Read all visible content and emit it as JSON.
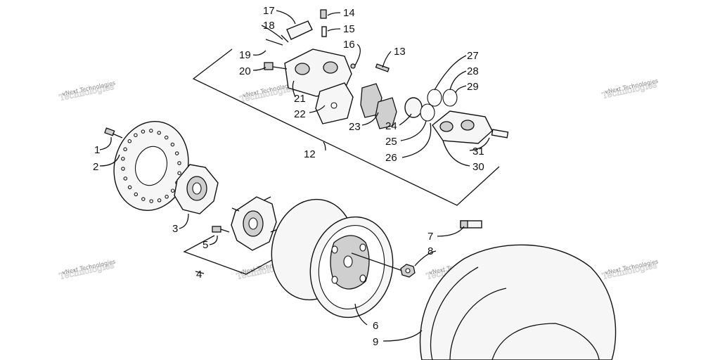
{
  "watermark": "vNext Technologies",
  "callouts": {
    "1": "1",
    "2": "2",
    "3": "3",
    "4": "4",
    "5": "5",
    "6": "6",
    "7": "7",
    "8": "8",
    "9": "9",
    "12": "12",
    "13": "13",
    "14": "14",
    "15": "15",
    "16": "16",
    "17": "17",
    "18": "18",
    "19": "19",
    "20": "20",
    "21": "21",
    "22": "22",
    "23": "23",
    "24": "24",
    "25": "25",
    "26": "26",
    "27": "27",
    "28": "28",
    "29": "29",
    "30": "30",
    "31": "31"
  }
}
